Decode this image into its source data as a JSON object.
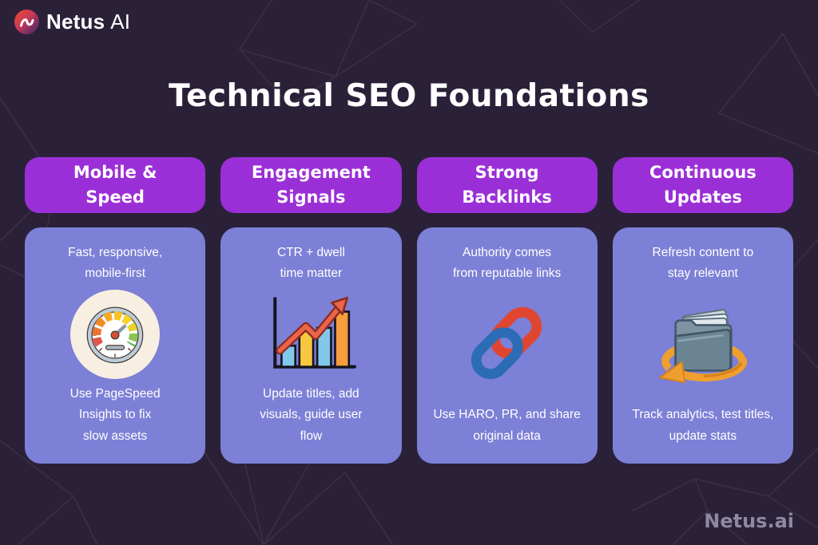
{
  "page": {
    "title": "Technical SEO Foundations",
    "background_color": "#2A2139",
    "brand": {
      "logo_icon": "netus-wave-icon",
      "name_primary": "Netus",
      "name_secondary": "AI"
    },
    "footer": {
      "watermark": "Netus.ai"
    }
  },
  "colors": {
    "header_pill": "#9B2FD7",
    "card_background": "#7C80D6",
    "icon_circle_background": "#F8EFE3",
    "title_text": "#FFFFFF",
    "watermark_text": "#8E88A2"
  },
  "columns": [
    {
      "header": "Mobile &\nSpeed",
      "top_text": "Fast, responsive,\nmobile-first",
      "icon": "speedometer-icon",
      "bottom_text": "Use PageSpeed\nInsights to fix\nslow assets"
    },
    {
      "header": "Engagement\nSignals",
      "top_text": "CTR + dwell\ntime matter",
      "icon": "bar-chart-growth-icon",
      "bottom_text": "Update titles, add\nvisuals, guide user\nflow"
    },
    {
      "header": "Strong\nBacklinks",
      "top_text": "Authority comes\nfrom reputable links",
      "icon": "chain-links-icon",
      "bottom_text": "Use HARO, PR, and share\noriginal data"
    },
    {
      "header": "Continuous\nUpdates",
      "top_text": "Refresh content to\nstay relevant",
      "icon": "folder-refresh-icon",
      "bottom_text": "Track analytics, test titles,\nupdate stats"
    }
  ]
}
